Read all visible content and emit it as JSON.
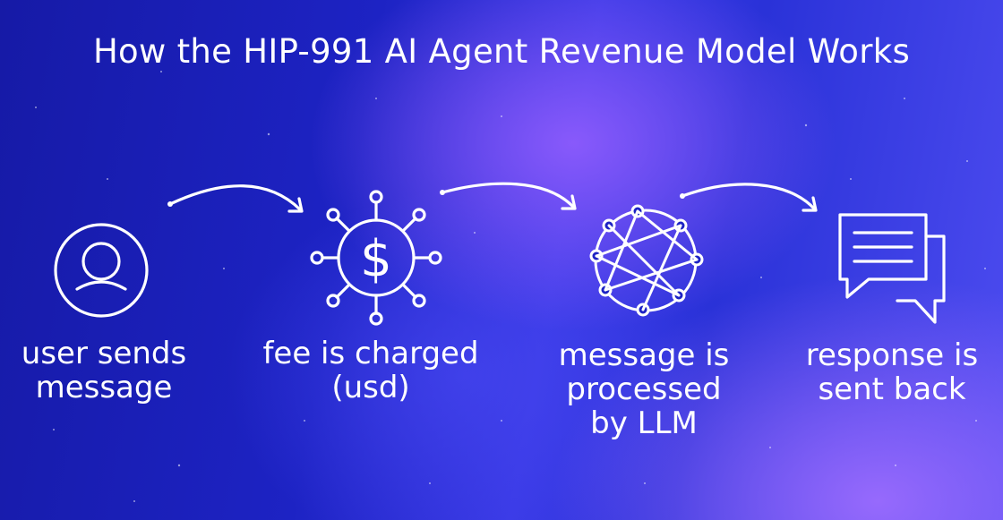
{
  "title": "How the HIP-991 AI Agent Revenue Model Works",
  "steps": [
    {
      "label": "user sends\nmessage",
      "icon": "user-icon"
    },
    {
      "label": "fee is charged\n(usd)",
      "icon": "dollar-network-icon"
    },
    {
      "label": "message is\nprocessed\nby LLM",
      "icon": "network-globe-icon"
    },
    {
      "label": "response is\nsent back",
      "icon": "chat-bubbles-icon"
    }
  ],
  "colors": {
    "foreground": "#ffffff",
    "background_dark": "#161aa6",
    "background_accent": "#9a60ff"
  }
}
